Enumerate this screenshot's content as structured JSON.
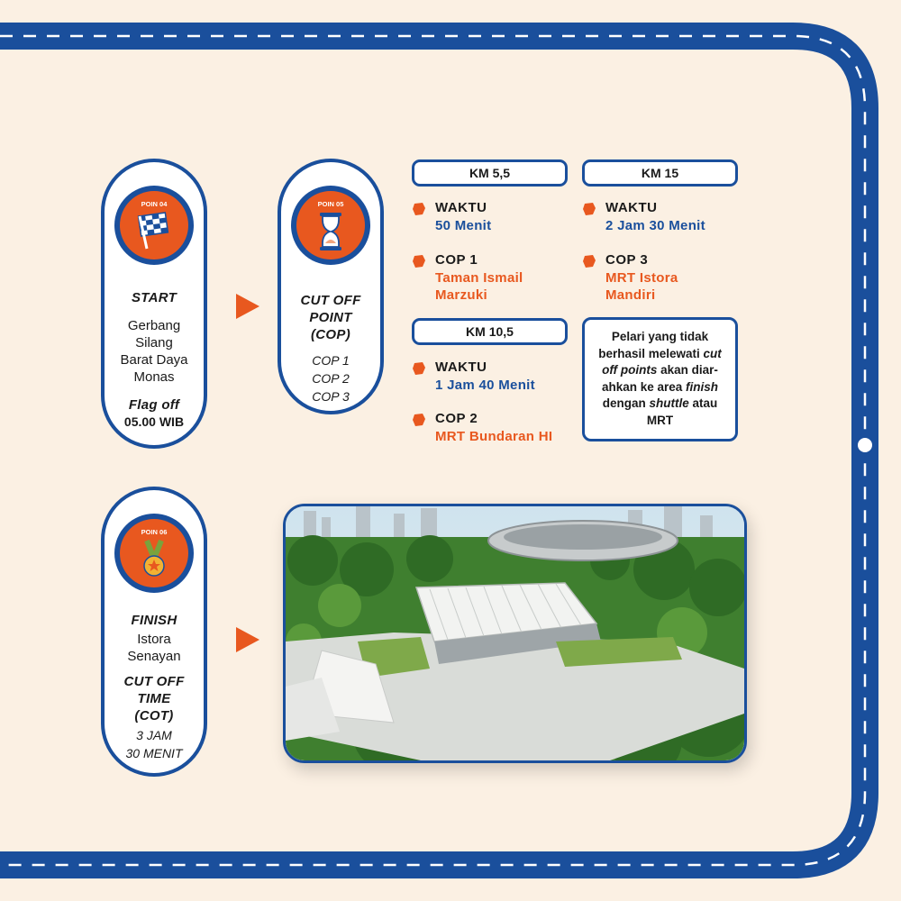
{
  "colors": {
    "accent": "#e8581f",
    "brand_blue": "#1a4f9c",
    "background": "#fbf0e3"
  },
  "start": {
    "badge": "POIN 04",
    "icon": "checkered-flag-icon",
    "title": "START",
    "location_lines": [
      "Gerbang",
      "Silang",
      "Barat Daya",
      "Monas"
    ],
    "flag_off_label": "Flag off",
    "flag_off_time": "05.00 WIB"
  },
  "cop": {
    "badge": "POIN 05",
    "icon": "hourglass-icon",
    "title_lines": [
      "CUT OFF",
      "POINT",
      "(COP)"
    ],
    "items": [
      "COP 1",
      "COP 2",
      "COP 3"
    ]
  },
  "checkpoints": [
    {
      "km": "KM 5,5",
      "time_label": "WAKTU",
      "time": "50 Menit",
      "cop_label": "COP 1",
      "cop_lines": [
        "Taman Ismail",
        "Marzuki"
      ]
    },
    {
      "km": "KM 15",
      "time_label": "WAKTU",
      "time": "2 Jam 30 Menit",
      "cop_label": "COP 3",
      "cop_lines": [
        "MRT Istora",
        "Mandiri"
      ]
    },
    {
      "km": "KM 10,5",
      "time_label": "WAKTU",
      "time": "1 Jam 40 Menit",
      "cop_label": "COP 2",
      "cop_lines": [
        "MRT Bundaran HI"
      ]
    }
  ],
  "note": {
    "p1": "Pelari yang tidak berhasil melewati ",
    "i1": "cut off points",
    "p2": " akan diar-ahkan ke area ",
    "i2": "finish",
    "p3": " dengan ",
    "i3": "shuttle",
    "p4": " atau MRT"
  },
  "finish": {
    "badge": "POIN 06",
    "icon": "medal-icon",
    "title": "FINISH",
    "location_lines": [
      "Istora",
      "Senayan"
    ],
    "cot_lines": [
      "CUT OFF",
      "TIME",
      "(COT)"
    ],
    "cot_value_lines": [
      "3 JAM",
      "30 MENIT"
    ]
  },
  "photo": {
    "subject": "Istora Senayan aerial view"
  }
}
